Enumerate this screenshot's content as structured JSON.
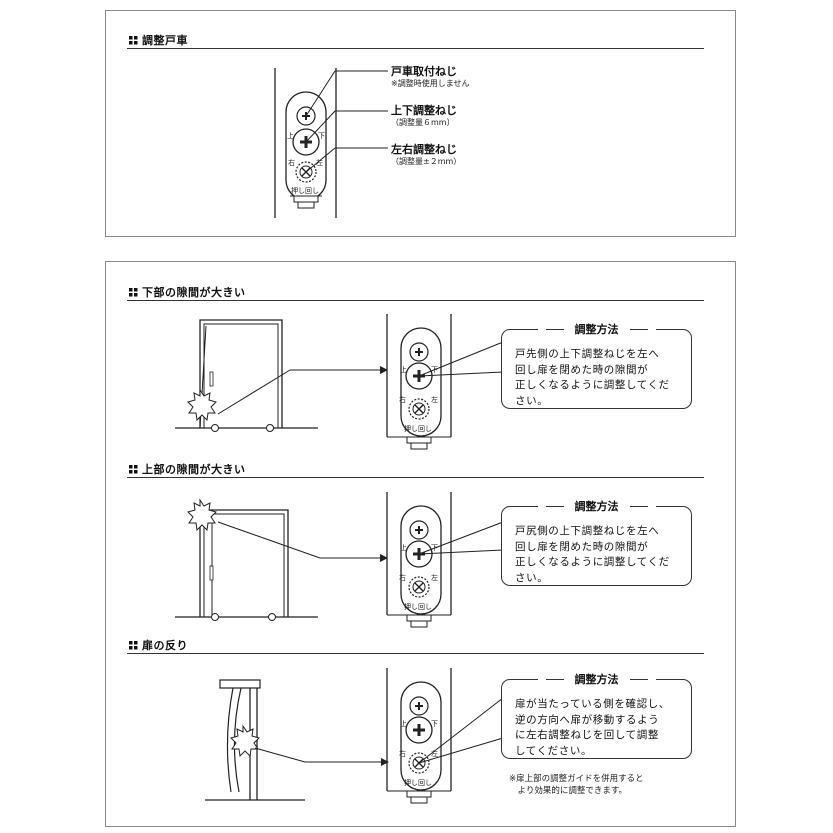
{
  "section1": {
    "heading": "調整戸車",
    "labels": [
      {
        "title": "戸車取付ねじ",
        "sub": "※調整時使用しません"
      },
      {
        "title": "上下調整ねじ",
        "sub": "（調整量６mm）"
      },
      {
        "title": "左右調整ねじ",
        "sub": "（調整量±２mm）"
      }
    ]
  },
  "roller": {
    "up_left": "上",
    "up_right": "下",
    "lr_left": "右",
    "lr_right": "左",
    "push": "押し回し"
  },
  "section2": {
    "cases": [
      {
        "heading": "下部の隙間が大きい",
        "callout_title": "調整方法",
        "callout_body": "戸先側の上下調整ねじを左へ\n回し扉を閉めた時の隙間が\n正しくなるように調整してくだ\nさい。"
      },
      {
        "heading": "上部の隙間が大きい",
        "callout_title": "調整方法",
        "callout_body": "戸尻側の上下調整ねじを左へ\n回し扉を閉めた時の隙間が\n正しくなるように調整してくだ\nさい。"
      },
      {
        "heading": "扉の反り",
        "callout_title": "調整方法",
        "callout_body": "扉が当たっている側を確認し、\n逆の方向へ扉が移動するよう\nに左右調整ねじを回して調整\nしてください。",
        "note": "※扉上部の調整ガイドを併用すると\n　より効果的に調整できます。"
      }
    ]
  }
}
